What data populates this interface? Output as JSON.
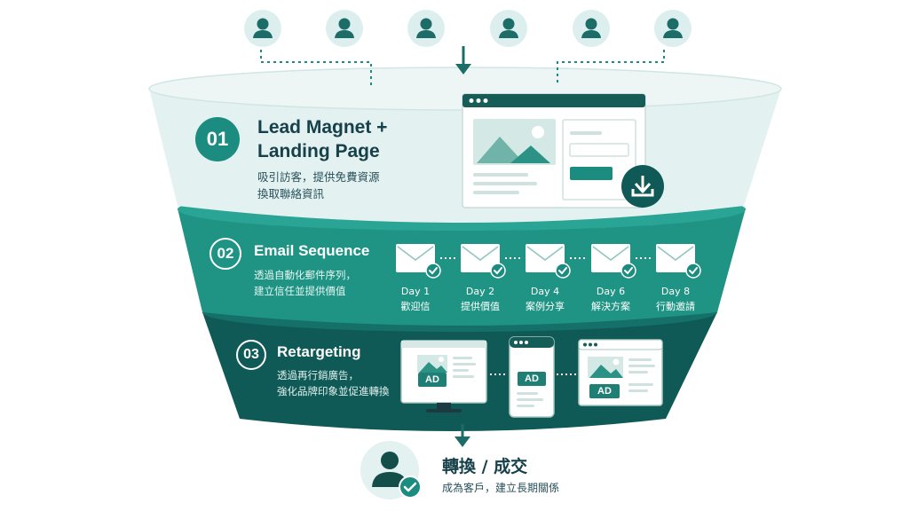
{
  "colors": {
    "teal_dark": "#0f5a56",
    "teal_mid": "#1f9484",
    "teal_light": "#e3f1f0",
    "accent": "#1c8c80",
    "text_dark": "#16404a"
  },
  "visitors": {
    "count": 6,
    "icon": "user-icon"
  },
  "stages": [
    {
      "number": "01",
      "title_line1": "Lead Magnet +",
      "title_line2": "Landing Page",
      "desc_line1": "吸引訪客，提供免費資源",
      "desc_line2": "換取聯絡資訊",
      "icon": "download-icon"
    },
    {
      "number": "02",
      "title": "Email Sequence",
      "desc_line1": "透過自動化郵件序列，",
      "desc_line2": "建立信任並提供價值",
      "emails": [
        {
          "day": "Day 1",
          "label": "歡迎信"
        },
        {
          "day": "Day 2",
          "label": "提供價值"
        },
        {
          "day": "Day 4",
          "label": "案例分享"
        },
        {
          "day": "Day 6",
          "label": "解決方案"
        },
        {
          "day": "Day 8",
          "label": "行動邀請"
        }
      ]
    },
    {
      "number": "03",
      "title": "Retargeting",
      "desc_line1": "透過再行銷廣告，",
      "desc_line2": "強化品牌印象並促進轉換",
      "ad_label": "AD",
      "devices": [
        "monitor",
        "phone",
        "browser"
      ]
    }
  ],
  "result": {
    "title": "轉換 / 成交",
    "subtitle": "成為客戶，建立長期關係",
    "icon": "customer-check-icon"
  }
}
